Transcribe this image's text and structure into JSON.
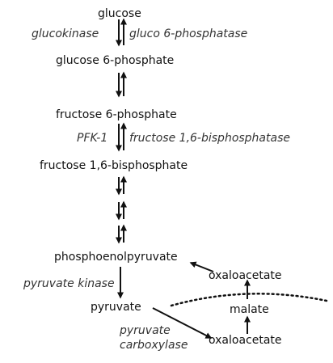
{
  "metabolites": {
    "glucose": "glucose",
    "g6p": "glucose 6-phosphate",
    "f6p": "fructose 6-phosphate",
    "f16bp": "fructose 1,6-bisphosphate",
    "pep": "phosphoenolpyruvate",
    "oaa_top": "oxaloacetate",
    "malate": "malate",
    "pyruvate": "pyruvate",
    "oaa_bottom": "oxaloacetate"
  },
  "enzymes": {
    "glucokinase": "glucokinase",
    "g6pase": "gluco 6-phosphatase",
    "pfk1": "PFK-1",
    "fbpase": "fructose 1,6-bisphosphatase",
    "pyruvate_kinase": "pyruvate kinase",
    "pc_line1": "pyruvate",
    "pc_line2": "carboxylase"
  },
  "colors": {
    "text": "#111111",
    "enzyme_text": "#333333",
    "arrow": "#111111",
    "background": "#ffffff"
  }
}
